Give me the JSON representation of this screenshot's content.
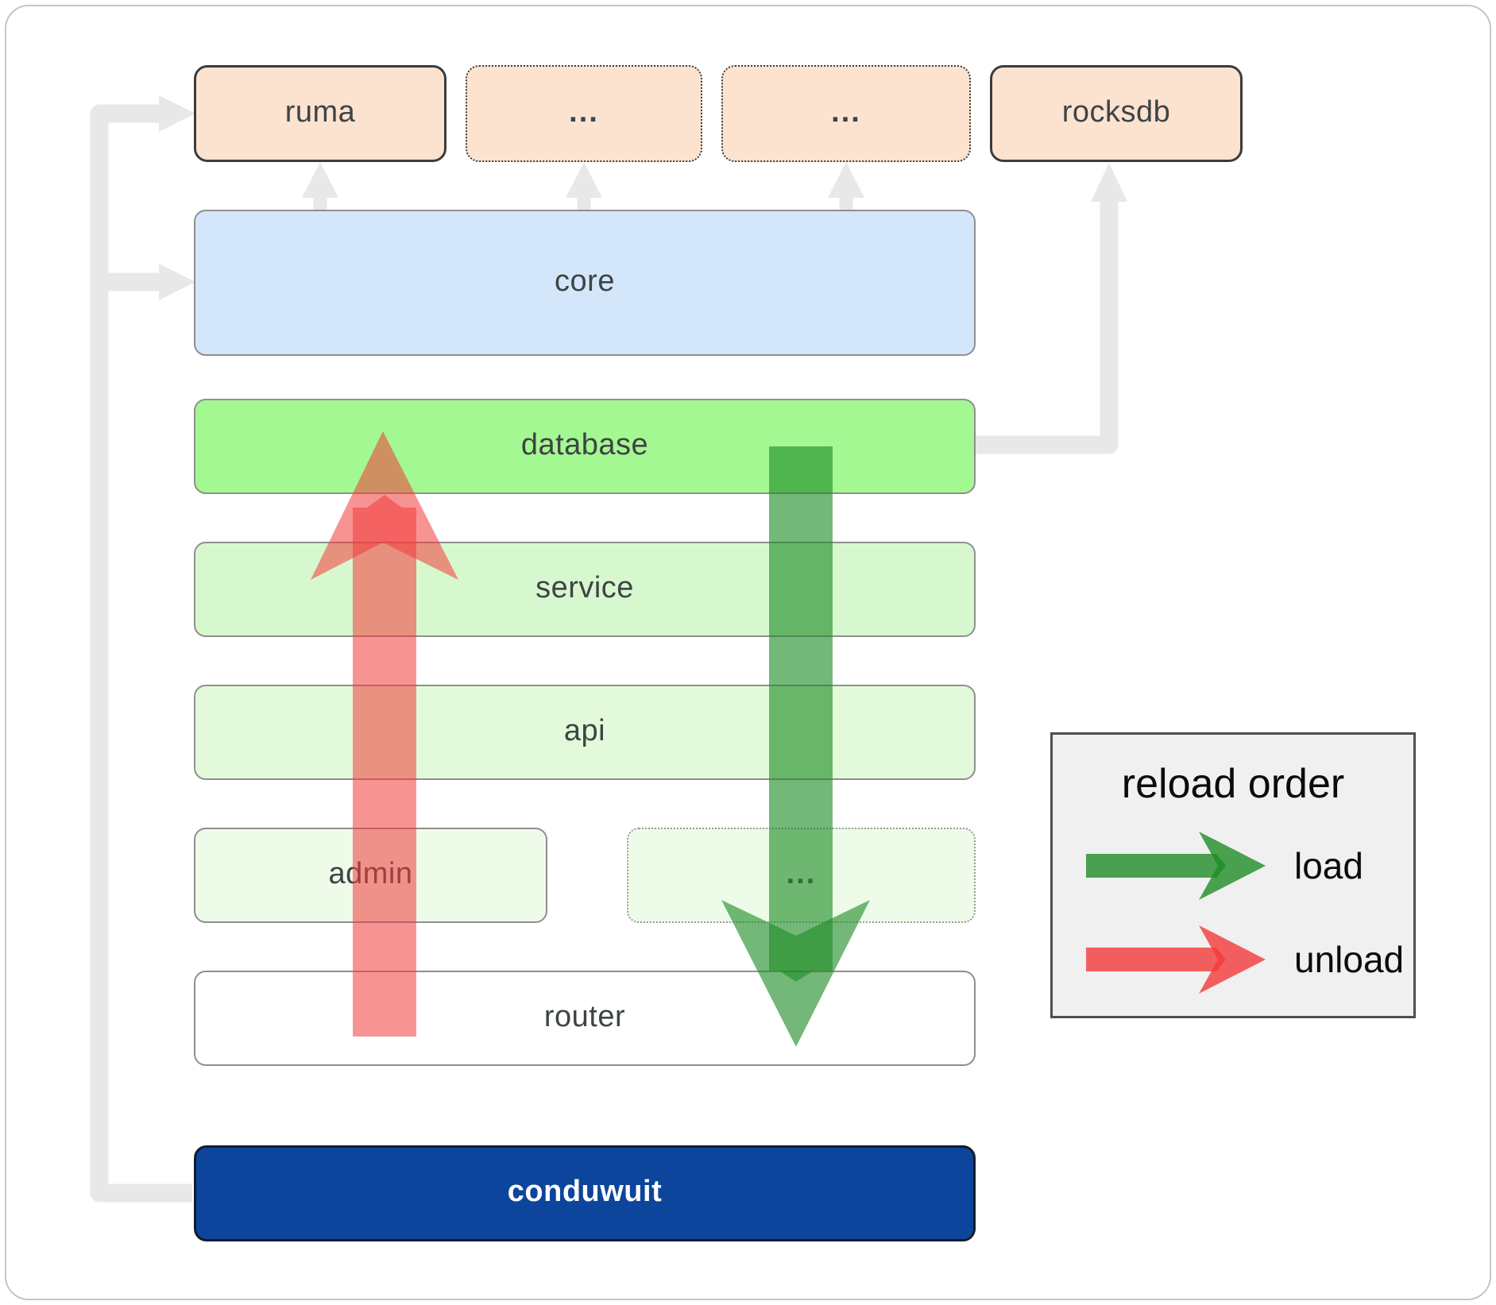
{
  "nodes": {
    "ruma": "ruma",
    "ellipsis_top_1": "...",
    "ellipsis_top_2": "...",
    "rocksdb": "rocksdb",
    "core": "core",
    "database": "database",
    "service": "service",
    "api": "api",
    "admin": "admin",
    "ellipsis_admin": "...",
    "router": "router",
    "conduwuit": "conduwuit"
  },
  "legend": {
    "title": "reload order",
    "items": [
      {
        "label": "load",
        "color": "#1f8c26"
      },
      {
        "label": "unload",
        "color": "#f23a3a"
      }
    ]
  },
  "colors": {
    "crate_peach": "#fbe3d0",
    "core_blue": "#d4e7fa",
    "database_green": "#a4f891",
    "service_green": "#d7f8cf",
    "api_green": "#e2fada",
    "admin_green": "#eefbe9",
    "router_white": "#ffffff",
    "conduwuit_navy": "#0d459c",
    "connector_gray": "#e8e8e8",
    "load_green": "#1f8c26",
    "unload_red": "#f23a3a"
  }
}
